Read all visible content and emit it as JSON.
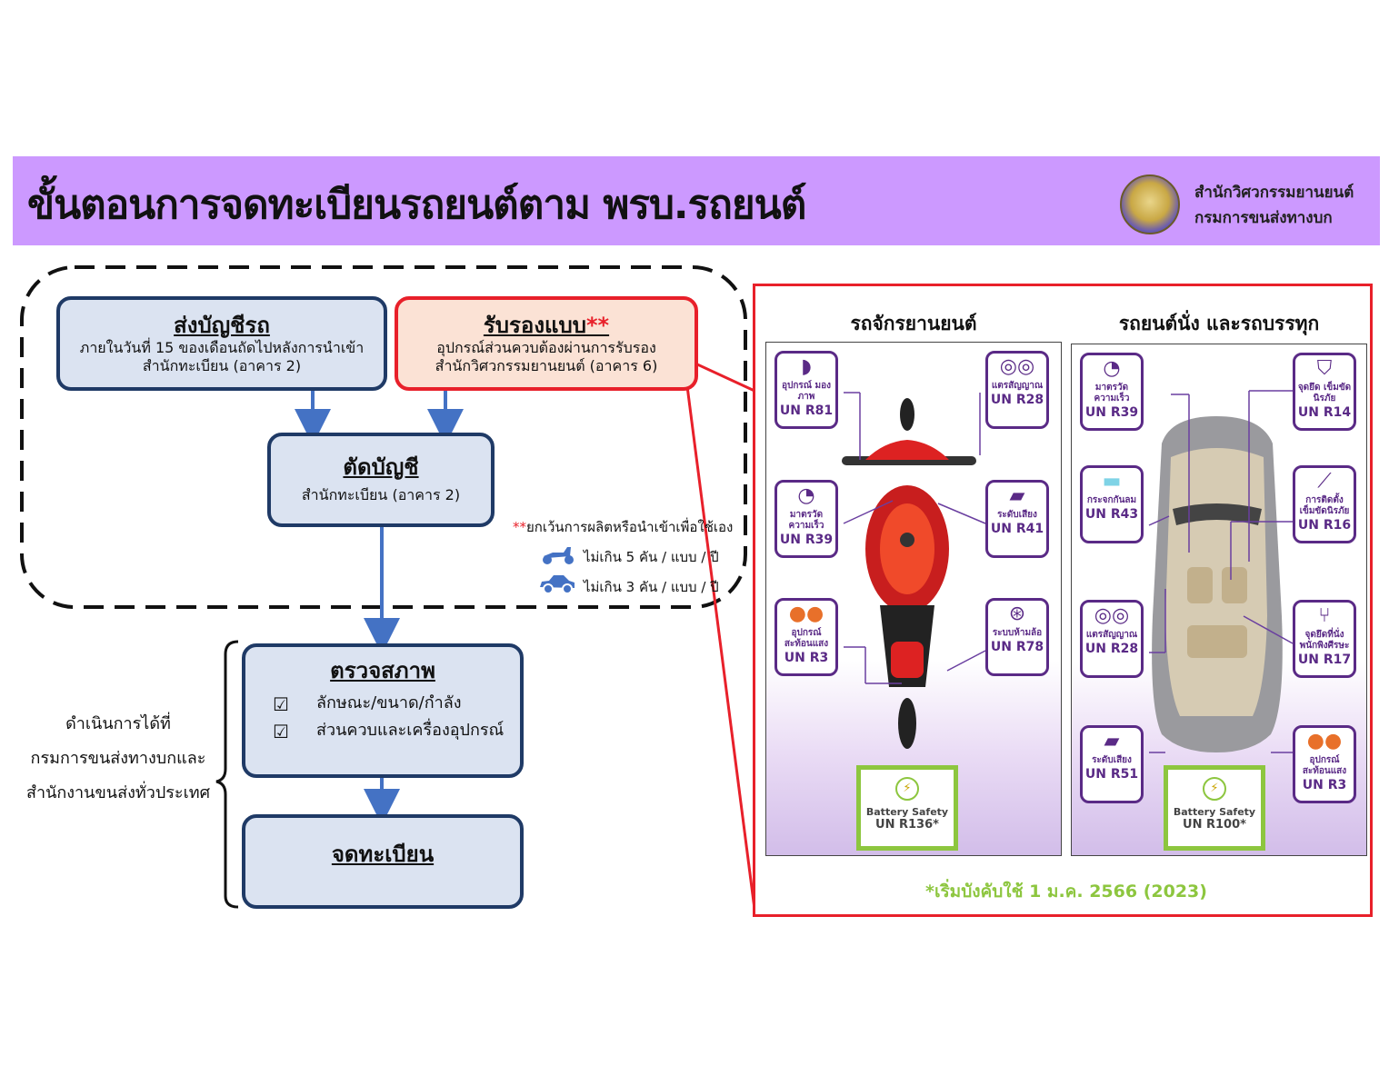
{
  "header": {
    "title": "ขั้นตอนการจดทะเบียนรถยนต์ตาม พรบ.รถยนต์",
    "org_line1": "สำนักวิศวกรรมยานยนต์",
    "org_line2": "กรมการขนส่งทางบก"
  },
  "flow": {
    "send": {
      "title": "ส่งบัญชีรถ",
      "line1": "ภายในวันที่ 15 ของเดือนถัดไปหลังการนำเข้า",
      "line2": "สำนักทะเบียน (อาคาร 2)"
    },
    "cert": {
      "title": "รับรองแบบ",
      "stars": "**",
      "line1": "อุปกรณ์ส่วนควบต้องผ่านการรับรอง",
      "line2": "สำนักวิศวกรรมยานยนต์ (อาคาร 6)"
    },
    "cut": {
      "title": "ตัดบัญชี",
      "line1": "สำนักทะเบียน (อาคาร 2)"
    },
    "inspect": {
      "title": "ตรวจสภาพ",
      "check1": "ลักษณะ/ขนาด/กำลัง",
      "check2": "ส่วนควบและเครื่องอุปกรณ์",
      "check_glyph": "☑"
    },
    "register": {
      "title": "จดทะเบียน"
    }
  },
  "exception": {
    "stars": "**",
    "title": "ยกเว้นการผลิตหรือนำเข้าเพื่อใช้เอง",
    "moto_limit": "ไม่เกิน 5 คัน / แบบ / ปี",
    "car_limit": "ไม่เกิน 3 คัน / แบบ / ปี"
  },
  "left_note": {
    "line1": "ดำเนินการได้ที่",
    "line2": "กรมการขนส่งทางบกและ",
    "line3": "สำนักงานขนส่งทั่วประเทศ"
  },
  "panel": {
    "moto_title": "รถจักรยานยนต์",
    "car_title": "รถยนต์นั่ง และรถบรรทุก",
    "footnote": "*เริ่มบังคับใช้ 1 ม.ค. 2566 (2023)",
    "moto_tags": [
      {
        "label": "อุปกรณ์ มองภาพ",
        "code": "UN R81",
        "icon": "mirror-icon"
      },
      {
        "label": "แตรสัญญาณ",
        "code": "UN R28",
        "icon": "horn-icon"
      },
      {
        "label": "มาตรวัด ความเร็ว",
        "code": "UN R39",
        "icon": "speedometer-icon"
      },
      {
        "label": "ระดับเสียง",
        "code": "UN R41",
        "icon": "exhaust-icon"
      },
      {
        "label": "อุปกรณ์ สะท้อนแสง",
        "code": "UN R3",
        "icon": "reflector-icon"
      },
      {
        "label": "ระบบห้ามล้อ",
        "code": "UN R78",
        "icon": "brake-icon"
      }
    ],
    "moto_battery": {
      "line1": "Battery Safety",
      "line2": "UN R136*"
    },
    "car_tags": [
      {
        "label": "มาตรวัด ความเร็ว",
        "code": "UN R39",
        "icon": "speedometer-icon"
      },
      {
        "label": "จุดยึด เข็มขัดนิรภัย",
        "code": "UN R14",
        "icon": "seatbelt-anchor-icon"
      },
      {
        "label": "กระจกกันลม",
        "code": "UN R43",
        "icon": "windshield-icon"
      },
      {
        "label": "การติดตั้ง เข็มขัดนิรภัย",
        "code": "UN R16",
        "icon": "seatbelt-icon"
      },
      {
        "label": "แตรสัญญาณ",
        "code": "UN R28",
        "icon": "horn-icon"
      },
      {
        "label": "จุดยึดที่นั่ง พนักพิงศีรษะ",
        "code": "UN R17",
        "icon": "seat-icon"
      },
      {
        "label": "ระดับเสียง",
        "code": "UN R51",
        "icon": "exhaust-icon"
      },
      {
        "label": "อุปกรณ์ สะท้อนแสง",
        "code": "UN R3",
        "icon": "reflector-icon"
      }
    ],
    "car_battery": {
      "line1": "Battery Safety",
      "line2": "UN R100*"
    }
  },
  "colors": {
    "header_bg": "#cc99ff",
    "box_fill": "#dbe3f1",
    "box_border": "#1f3a66",
    "cert_fill": "#fbe2d5",
    "accent_red": "#e8202a",
    "arrow_blue": "#4472c4",
    "tag_purple": "#5a2a86",
    "battery_green": "#8dc63f"
  }
}
